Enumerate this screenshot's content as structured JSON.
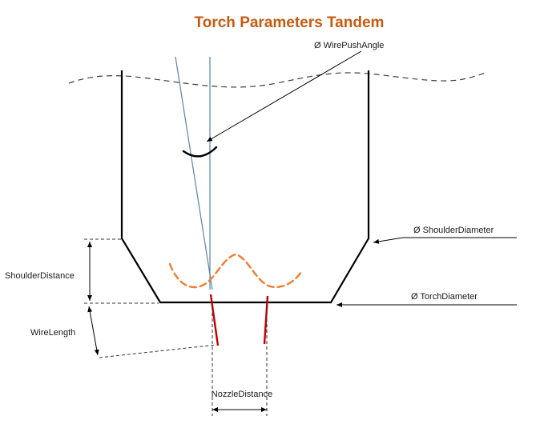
{
  "title": {
    "text": "Torch Parameters Tandem"
  },
  "labels": {
    "wire_push_angle": "Ø WirePushAngle",
    "shoulder_diameter": "Ø ShoulderDiameter",
    "torch_diameter": "Ø TorchDiameter",
    "shoulder_distance": "ShoulderDistance",
    "wire_length": "WireLength",
    "nozzle_distance": "NozzleDistance"
  },
  "colors": {
    "title": "#C55A11",
    "torch_outline": "#000000",
    "wire": "#C00000",
    "weld_pool_dashed": "#ED7D31",
    "wire_axis": "#5B84A8",
    "dimension": "#000000"
  }
}
